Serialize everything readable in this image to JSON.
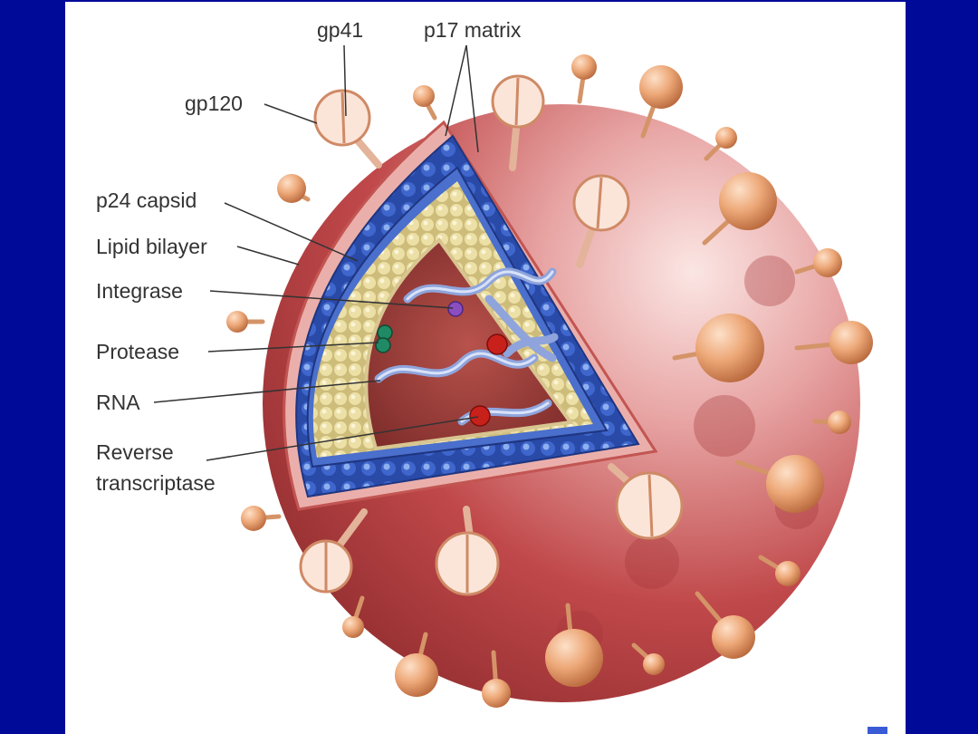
{
  "labels": {
    "gp41": "gp41",
    "p17_matrix": "p17 matrix",
    "gp120": "gp120",
    "p24_capsid": "p24 capsid",
    "lipid_bilayer": "Lipid bilayer",
    "integrase": "Integrase",
    "protease": "Protease",
    "rna": "RNA",
    "reverse_transcriptase_line1": "Reverse",
    "reverse_transcriptase_line2": "transcriptase"
  },
  "colors": {
    "slide_background": "#000a99",
    "panel_background": "#ffffff",
    "envelope": "#b83a3c",
    "envelope_light": "#f4d0cf",
    "lipid_bilayer": "#e9a7a2",
    "matrix_blue": "#2a4aa8",
    "capsid_yellow": "#e9dca2",
    "core_interior": "#9a3a36",
    "spike": "#e8a070",
    "rna_strand": "#8fa4dc",
    "integrase": "#8a4ec0",
    "protease": "#1f8a64",
    "reverse_transcriptase": "#c8201a",
    "label_text": "#333333"
  }
}
